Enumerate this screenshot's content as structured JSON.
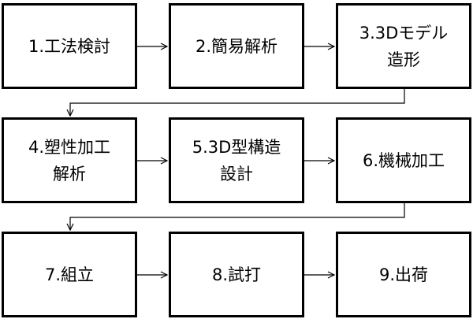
{
  "diagram": {
    "steps": [
      {
        "label": "1.工法検討"
      },
      {
        "label": "2.簡易解析"
      },
      {
        "label": "3.3Dモデル\n造形"
      },
      {
        "label": "4.塑性加工\n解析"
      },
      {
        "label": "5.3D型構造\n設計"
      },
      {
        "label": "6.機械加工"
      },
      {
        "label": "7.組立"
      },
      {
        "label": "8.試打"
      },
      {
        "label": "9.出荷"
      }
    ],
    "colors": {
      "border": "#000000",
      "background": "#ffffff",
      "arrow": "#000000"
    }
  }
}
